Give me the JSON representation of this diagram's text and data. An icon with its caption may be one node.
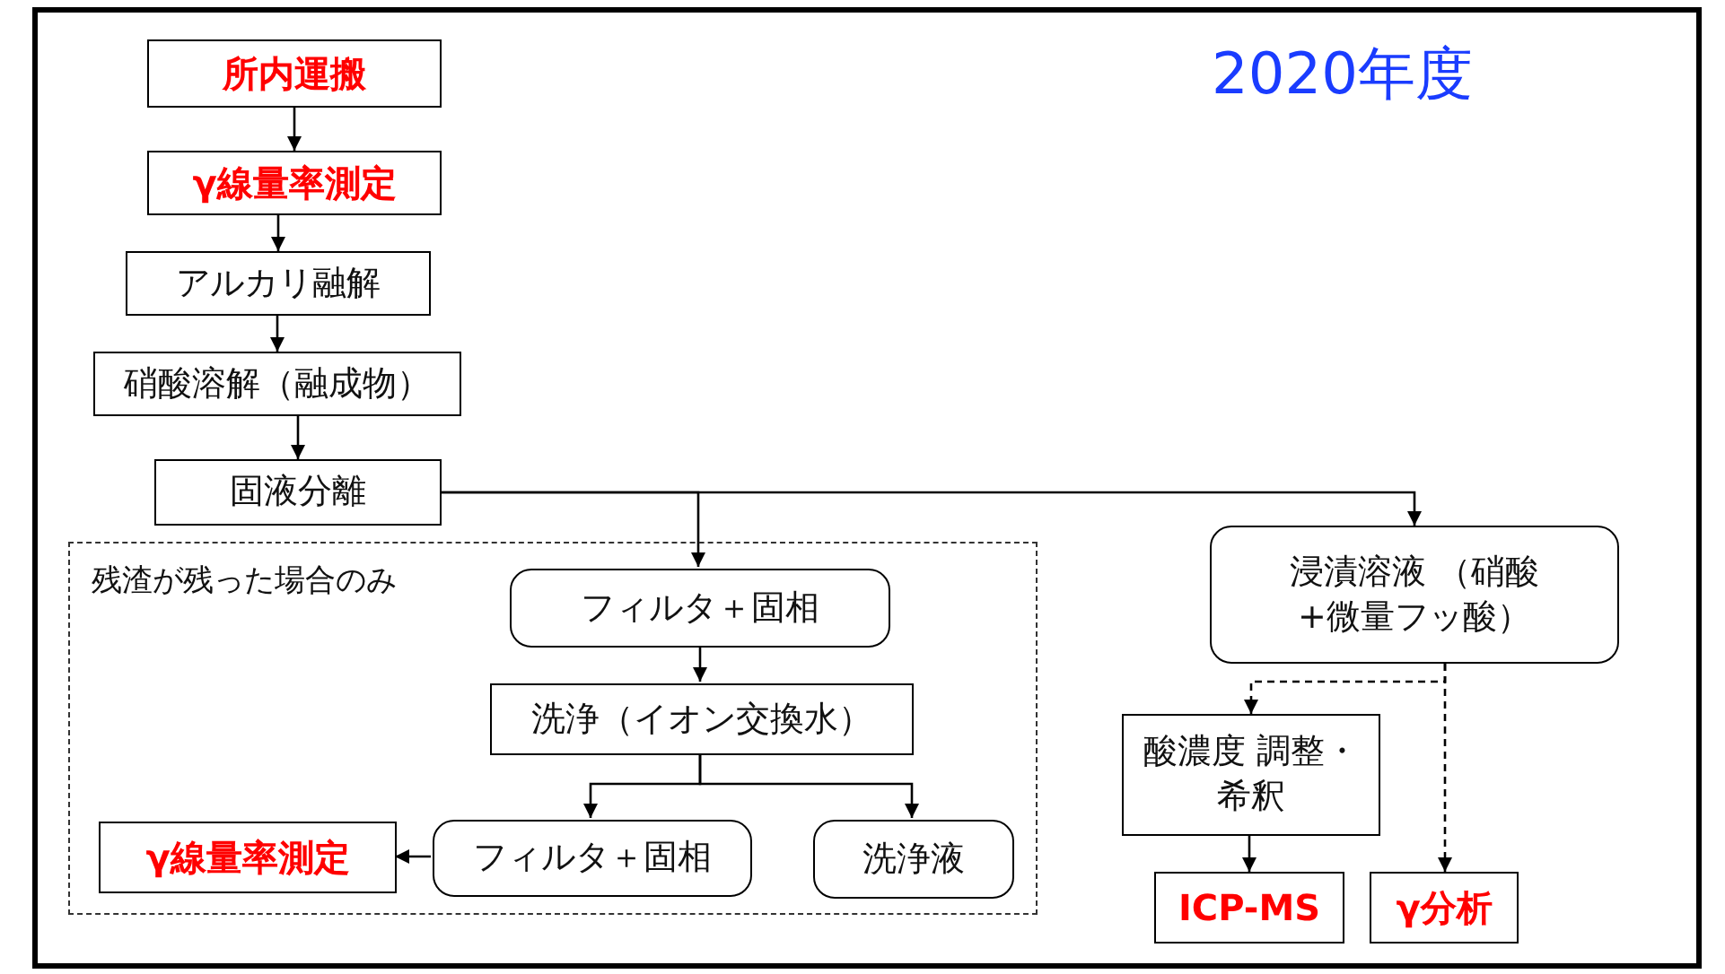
{
  "diagram": {
    "nodes": [
      {
        "text": [
          "所内運搬"
        ]
      },
      {
        "text": [
          "γ線量率測定"
        ]
      },
      {
        "text": [
          "アルカリ融解"
        ]
      },
      {
        "text": [
          "硝酸溶解（融成物）"
        ]
      },
      {
        "text": [
          "固液分離"
        ]
      },
      {
        "text": [
          "残渣が残った場合のみ"
        ]
      },
      {
        "text": [
          "フィルタ＋固相"
        ],
        "in": 5
      },
      {
        "text": [
          "洗浄（イオン交換水）"
        ],
        "in": 5
      },
      {
        "text": [
          "γ線量率測定"
        ],
        "in": 5
      },
      {
        "text": [
          "フィルタ＋固相"
        ],
        "in": 5
      },
      {
        "text": [
          "洗浄液"
        ],
        "in": 5
      },
      {
        "text": [
          "浸漬溶液 （硝酸+微量フッ酸）"
        ]
      },
      {
        "text": [
          "酸濃度 調整・希釈"
        ]
      },
      {
        "text": [
          "ICP-MS"
        ]
      },
      {
        "text": [
          "γ分析"
        ]
      }
    ],
    "edges": [
      {
        "from": 0,
        "to": 1,
        "arrow": "to"
      },
      {
        "from": 1,
        "to": 2,
        "arrow": "to"
      },
      {
        "from": 2,
        "to": 3,
        "arrow": "to"
      },
      {
        "from": 3,
        "to": 4,
        "arrow": "to"
      },
      {
        "from": 4,
        "to": 6,
        "arrow": "to"
      },
      {
        "from": 4,
        "to": 11,
        "arrow": "to"
      },
      {
        "from": 6,
        "to": 7,
        "arrow": "to"
      },
      {
        "from": 7,
        "to": 9,
        "arrow": "to"
      },
      {
        "from": 7,
        "to": 10,
        "arrow": "to"
      },
      {
        "from": 9,
        "to": 8,
        "arrow": "to"
      },
      {
        "from": 11,
        "to": 12,
        "arrow": "to",
        "style": "dashed"
      },
      {
        "from": 11,
        "to": 14,
        "arrow": "to",
        "style": "dashed"
      },
      {
        "from": 12,
        "to": 13,
        "arrow": "to"
      }
    ],
    "labels": [
      "2020年度"
    ]
  }
}
